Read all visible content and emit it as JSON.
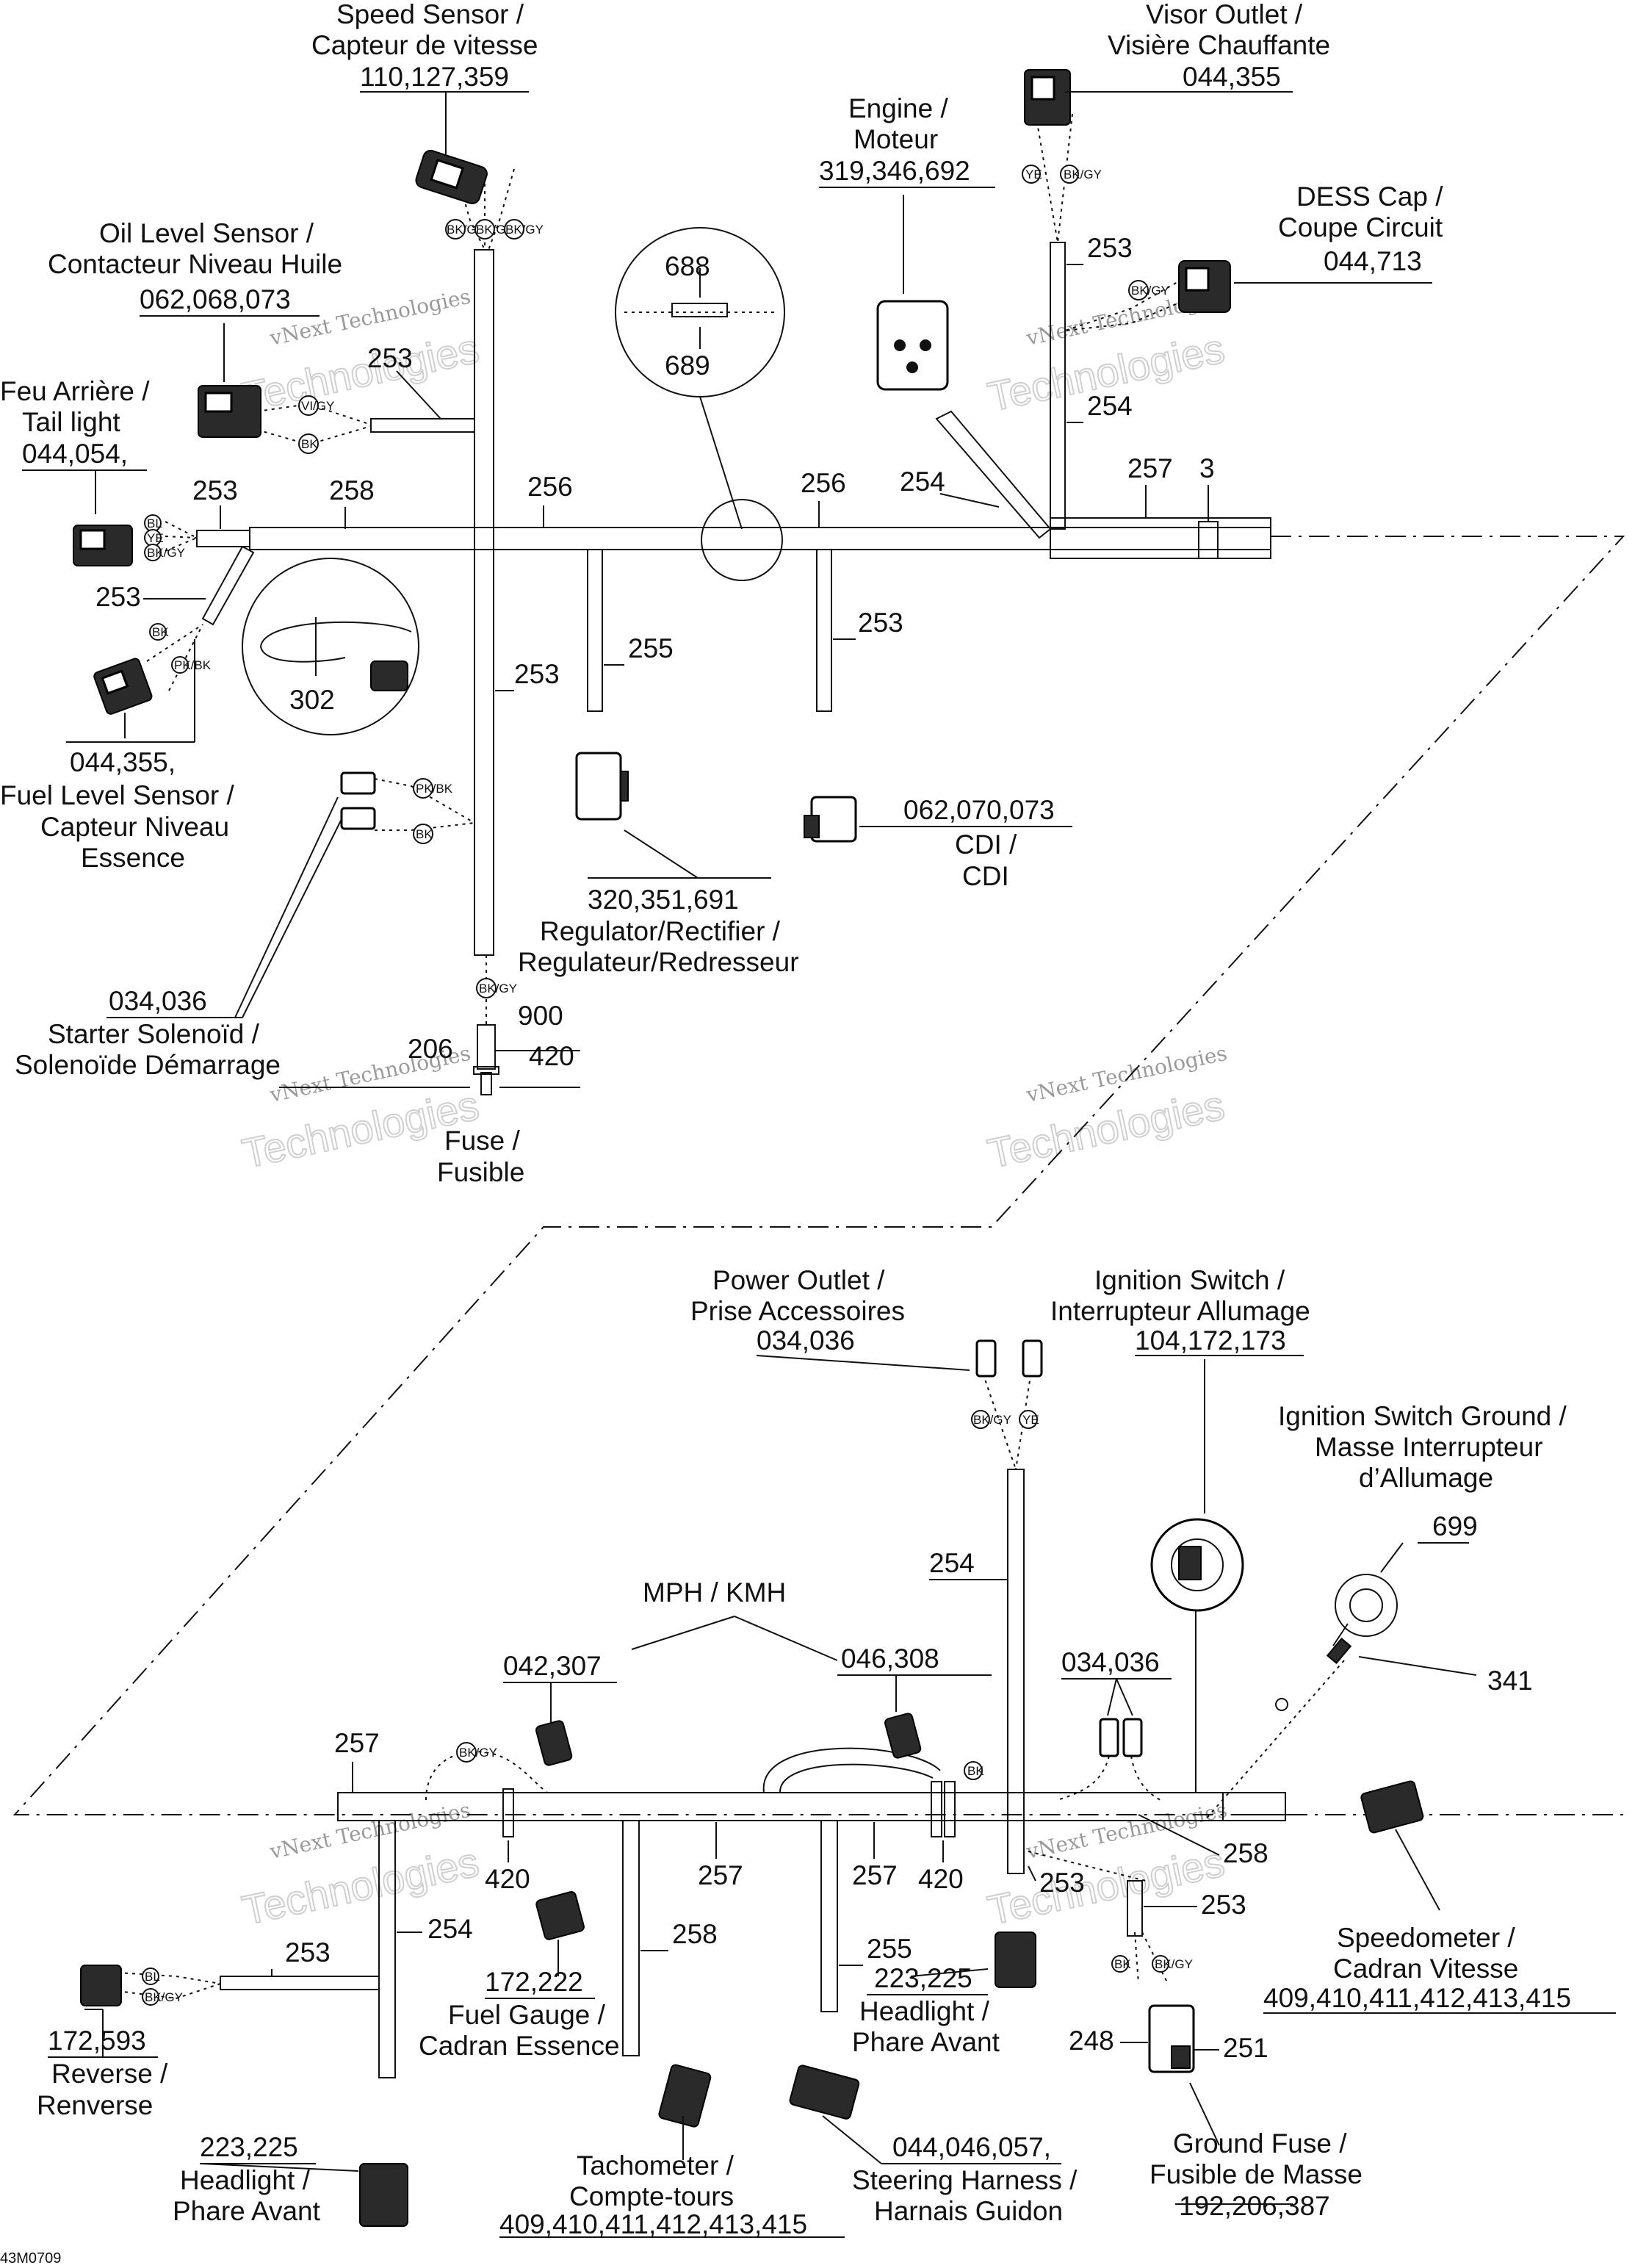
{
  "watermark": {
    "line1": "vNext Technologies",
    "line2": "Technologies"
  },
  "figure_code": "43M0709",
  "components": {
    "speed_sensor": {
      "name1": "Speed Sensor /",
      "name2": "Capteur de vitesse",
      "refs": "110,127,359"
    },
    "visor_outlet": {
      "name1": "Visor Outlet /",
      "name2": "Visière Chauffante",
      "refs": "044,355"
    },
    "engine": {
      "name1": "Engine /",
      "name2": "Moteur",
      "refs": "319,346,692"
    },
    "dess_cap": {
      "name1": "DESS Cap /",
      "name2": "Coupe Circuit",
      "refs": "044,713"
    },
    "oil_level": {
      "name1": "Oil Level Sensor /",
      "name2": "Contacteur Niveau Huile",
      "refs": "062,068,073"
    },
    "tail_light": {
      "name1": "Feu Arrière /",
      "name2": "Tail light",
      "refs": "044,054,"
    },
    "fuel_level": {
      "refs": "044,355,",
      "name1": "Fuel Level Sensor /",
      "name2": "Capteur Niveau",
      "name3": "Essence"
    },
    "regulator": {
      "refs": "320,351,691",
      "name1": "Regulator/Rectifier /",
      "name2": "Regulateur/Redresseur"
    },
    "cdi": {
      "refs": "062,070,073",
      "name1": "CDI /",
      "name2": "CDI"
    },
    "starter_solenoid": {
      "refs": "034,036",
      "name1": "Starter Solenoïd /",
      "name2": "Solenoïde Démarrage"
    },
    "fuse": {
      "name1": "Fuse /",
      "name2": "Fusible",
      "ref_900": "900",
      "ref_420": "420",
      "ref_206": "206"
    },
    "power_outlet": {
      "name1": "Power Outlet /",
      "name2": "Prise Accessoires",
      "refs": "034,036"
    },
    "ignition_switch": {
      "name1": "Ignition Switch /",
      "name2": "Interrupteur Allumage",
      "refs": "104,172,173"
    },
    "ignition_ground": {
      "name1": "Ignition Switch Ground /",
      "name2": "Masse Interrupteur",
      "name3": "d’Allumage",
      "refs": "699",
      "ref_341": "341"
    },
    "mph_kmh": {
      "label": "MPH / KMH",
      "refs_left": "042,307",
      "refs_right": "046,308"
    },
    "aux_034": {
      "refs": "034,036"
    },
    "speedometer": {
      "name1": "Speedometer /",
      "name2": "Cadran Vitesse",
      "refs": "409,410,411,412,413,415"
    },
    "reverse": {
      "refs": "172,593",
      "name1": "Reverse /",
      "name2": "Renverse"
    },
    "headlight_left": {
      "refs": "223,225",
      "name1": "Headlight /",
      "name2": "Phare Avant"
    },
    "fuel_gauge": {
      "refs": "172,222",
      "name1": "Fuel Gauge /",
      "name2": "Cadran Essence"
    },
    "tachometer": {
      "name1": "Tachometer /",
      "name2": "Compte-tours",
      "refs": "409,410,411,412,413,415"
    },
    "steering_harness": {
      "refs": "044,046,057,",
      "name1": "Steering Harness /",
      "name2": "Harnais Guidon"
    },
    "headlight_mid": {
      "refs": "223,225",
      "name1": "Headlight /",
      "name2": "Phare Avant"
    },
    "ground_fuse": {
      "ref_248": "248",
      "ref_251": "251",
      "name1": "Ground Fuse /",
      "name2": "Fusible de Masse",
      "refs": "192,206,387"
    }
  },
  "detail_688": {
    "top": "688",
    "bottom": "689"
  },
  "detail_302": {
    "label": "302"
  },
  "wire_refs": {
    "w253": "253",
    "w254": "254",
    "w255": "255",
    "w256": "256",
    "w257": "257",
    "w258": "258",
    "w3": "3",
    "w420": "420"
  },
  "color_codes": {
    "bl": "BL",
    "bk": "BK",
    "bkgy": "BK/GY",
    "ye": "YE",
    "pkbk": "PK/BK",
    "vigy": "VI/GY"
  }
}
